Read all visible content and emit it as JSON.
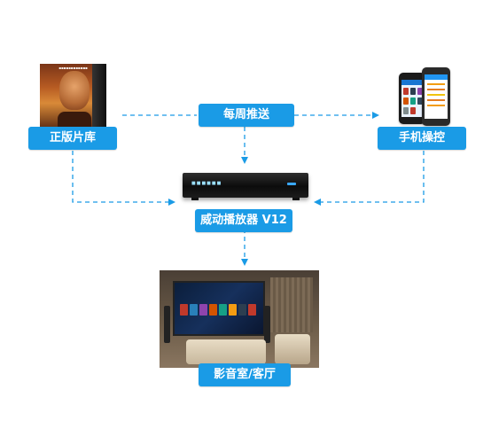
{
  "nodes": {
    "library_label": "正版片库",
    "push_label": "每周推送",
    "mobile_label": "手机操控",
    "player_label": "威动播放器 V12",
    "room_label": "影音室/客厅"
  },
  "colors": {
    "label_bg": "#1a9be6",
    "arrow": "#1a9be6",
    "label_text": "#ffffff"
  },
  "icons": {
    "poster": "movie-poster-icon",
    "phones": "smartphone-icon",
    "player": "media-player-icon",
    "room": "home-theater-icon"
  }
}
